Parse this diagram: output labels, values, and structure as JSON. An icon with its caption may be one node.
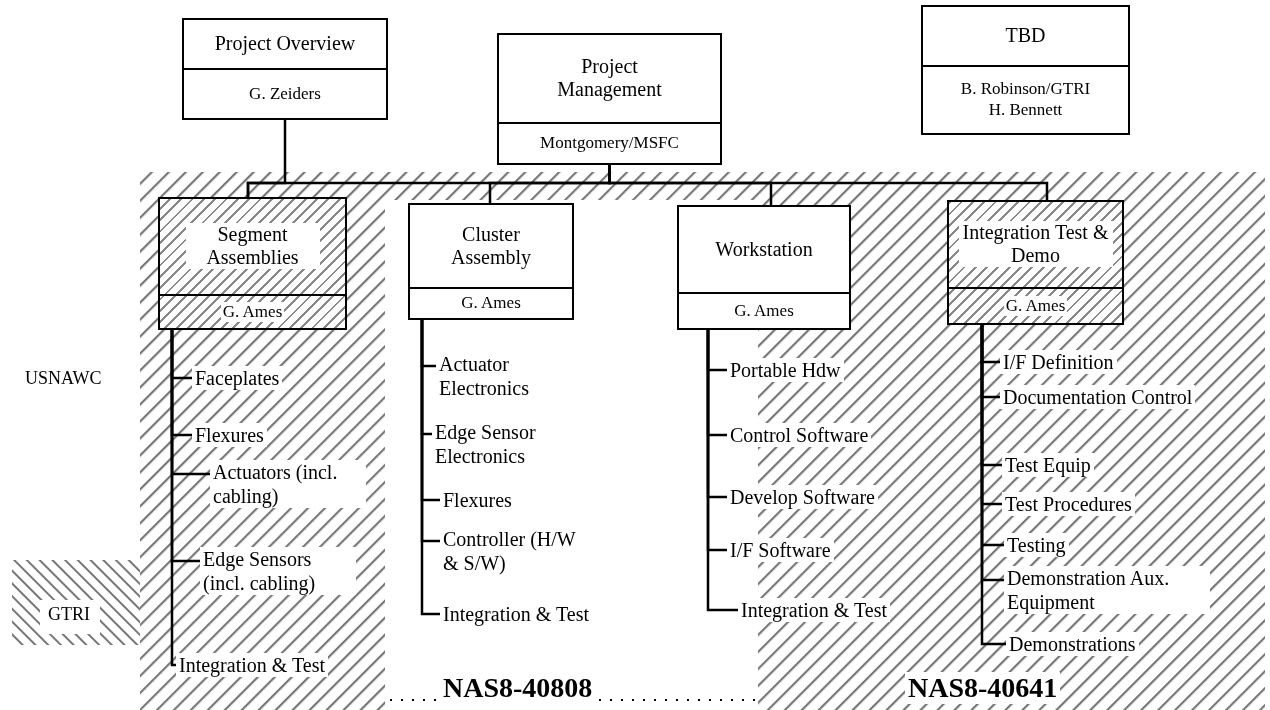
{
  "diagram": {
    "nodes": [
      {
        "text": [
          "Project Overview",
          "G. Zeiders"
        ]
      },
      {
        "text": [
          "Project Management",
          "Montgomery/MSFC"
        ]
      },
      {
        "text": [
          "TBD",
          "B. Robinson/GTRI",
          "H. Bennett"
        ]
      },
      {
        "text": [
          "Segment Assemblies",
          "G. Ames"
        ]
      },
      {
        "text": [
          "Cluster Assembly",
          "G. Ames"
        ]
      },
      {
        "text": [
          "Workstation",
          "G. Ames"
        ]
      },
      {
        "text": [
          "Integration Test & Demo",
          "G. Ames"
        ]
      },
      {
        "text": [
          "Faceplates"
        ]
      },
      {
        "text": [
          "Flexures"
        ]
      },
      {
        "text": [
          "Actuators (incl. cabling)"
        ]
      },
      {
        "text": [
          "Edge Sensors (incl. cabling)"
        ]
      },
      {
        "text": [
          "Integration & Test"
        ]
      },
      {
        "text": [
          "Actuator Electronics"
        ]
      },
      {
        "text": [
          "Edge Sensor Electronics"
        ]
      },
      {
        "text": [
          "Flexures"
        ]
      },
      {
        "text": [
          "Controller (H/W & S/W)"
        ]
      },
      {
        "text": [
          "Integration & Test"
        ]
      },
      {
        "text": [
          "Portable Hdw"
        ]
      },
      {
        "text": [
          "Control Software"
        ]
      },
      {
        "text": [
          "Develop Software"
        ]
      },
      {
        "text": [
          "I/F Software"
        ]
      },
      {
        "text": [
          "Integration & Test"
        ]
      },
      {
        "text": [
          "I/F Definition"
        ]
      },
      {
        "text": [
          "Documentation Control"
        ]
      },
      {
        "text": [
          "Test Equip"
        ]
      },
      {
        "text": [
          "Test Procedures"
        ]
      },
      {
        "text": [
          "Testing"
        ]
      },
      {
        "text": [
          "Demonstration Aux. Equipment"
        ]
      },
      {
        "text": [
          "Demonstrations"
        ]
      }
    ],
    "edges": [
      {
        "from": 0,
        "to": 3,
        "arrow": "none"
      },
      {
        "from": 1,
        "to": 3,
        "arrow": "none"
      },
      {
        "from": 1,
        "to": 4,
        "arrow": "none"
      },
      {
        "from": 1,
        "to": 5,
        "arrow": "none"
      },
      {
        "from": 1,
        "to": 6,
        "arrow": "none"
      },
      {
        "from": 3,
        "to": 7,
        "arrow": "none"
      },
      {
        "from": 3,
        "to": 8,
        "arrow": "none"
      },
      {
        "from": 3,
        "to": 9,
        "arrow": "none"
      },
      {
        "from": 3,
        "to": 10,
        "arrow": "none"
      },
      {
        "from": 3,
        "to": 11,
        "arrow": "none"
      },
      {
        "from": 4,
        "to": 12,
        "arrow": "none"
      },
      {
        "from": 4,
        "to": 13,
        "arrow": "none"
      },
      {
        "from": 4,
        "to": 14,
        "arrow": "none"
      },
      {
        "from": 4,
        "to": 15,
        "arrow": "none"
      },
      {
        "from": 4,
        "to": 16,
        "arrow": "none"
      },
      {
        "from": 5,
        "to": 17,
        "arrow": "none"
      },
      {
        "from": 5,
        "to": 18,
        "arrow": "none"
      },
      {
        "from": 5,
        "to": 19,
        "arrow": "none"
      },
      {
        "from": 5,
        "to": 20,
        "arrow": "none"
      },
      {
        "from": 5,
        "to": 21,
        "arrow": "none"
      },
      {
        "from": 6,
        "to": 22,
        "arrow": "none"
      },
      {
        "from": 6,
        "to": 23,
        "arrow": "none"
      },
      {
        "from": 6,
        "to": 24,
        "arrow": "none"
      },
      {
        "from": 6,
        "to": 25,
        "arrow": "none"
      },
      {
        "from": 6,
        "to": 26,
        "arrow": "none"
      },
      {
        "from": 6,
        "to": 27,
        "arrow": "none"
      },
      {
        "from": 6,
        "to": 28,
        "arrow": "none"
      }
    ],
    "labels": [
      "USNAWC",
      "GTRI",
      "NAS8-40808",
      "NAS8-40641"
    ]
  }
}
